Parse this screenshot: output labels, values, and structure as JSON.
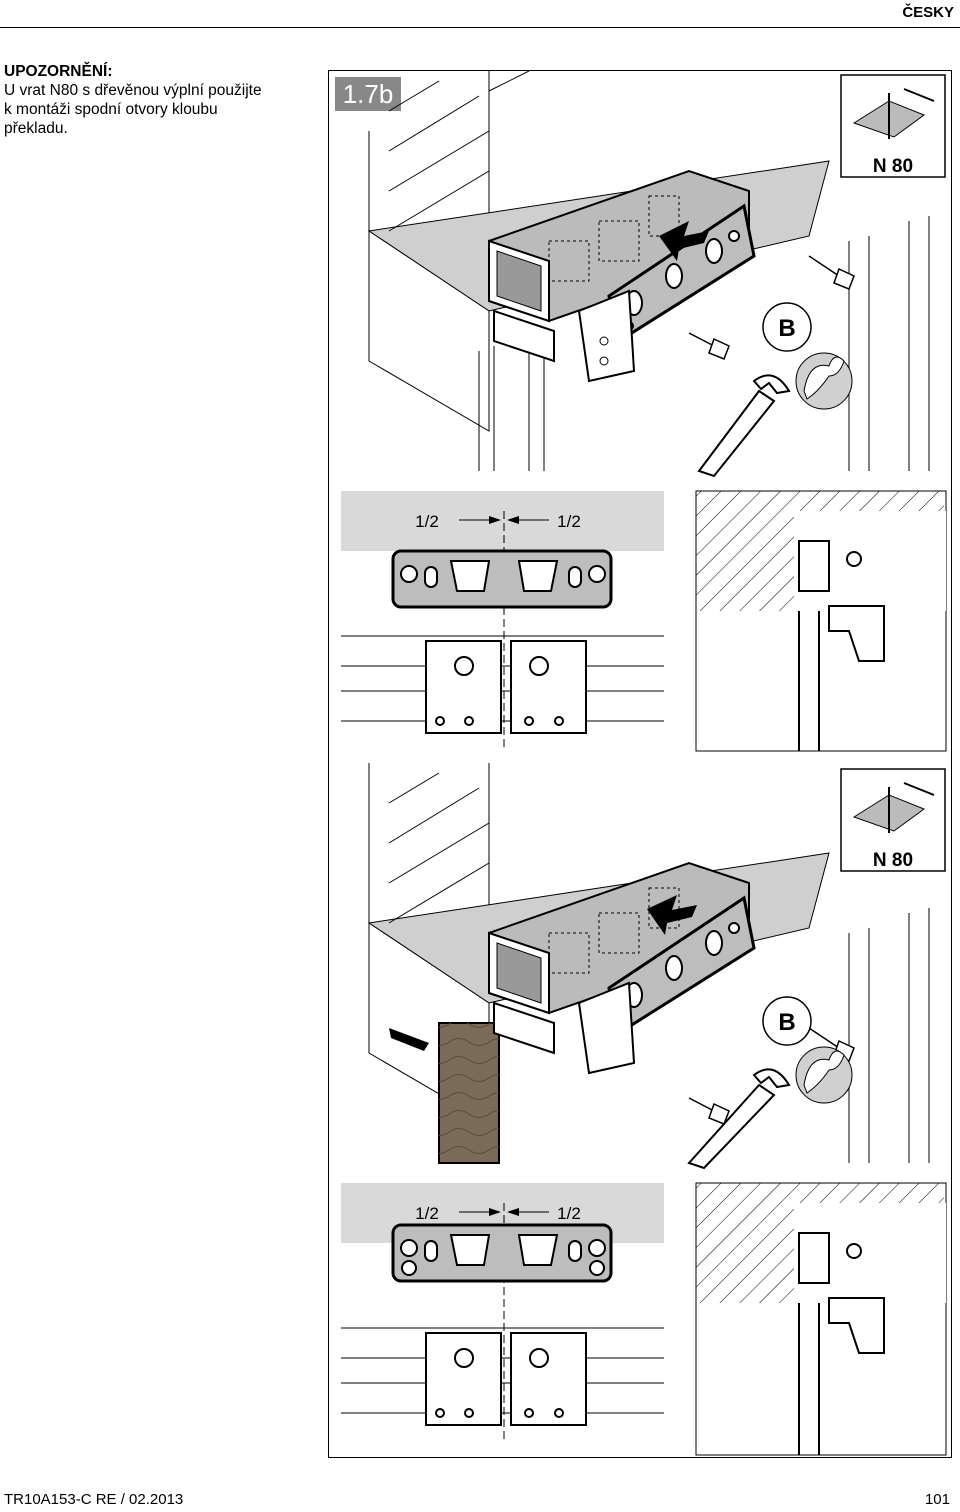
{
  "header": {
    "language": "ČESKY"
  },
  "note": {
    "title": "UPOZORNĚNÍ:",
    "line1": "U vrat N80 s dřevěnou výplní použijte",
    "line2": "k montáži spodní otvory kloubu",
    "line3": "překladu."
  },
  "figure": {
    "step_label": "1.7b",
    "model_label_top": "N 80",
    "model_label_bottom": "N 80",
    "screw_label_top": "B",
    "screw_label_bottom": "B",
    "half_left_top": "1/2",
    "half_right_top": "1/2",
    "half_left_bottom": "1/2",
    "half_right_bottom": "1/2"
  },
  "footer": {
    "doc_code": "TR10A153-C  RE / 02.2013",
    "page_number": "101"
  }
}
